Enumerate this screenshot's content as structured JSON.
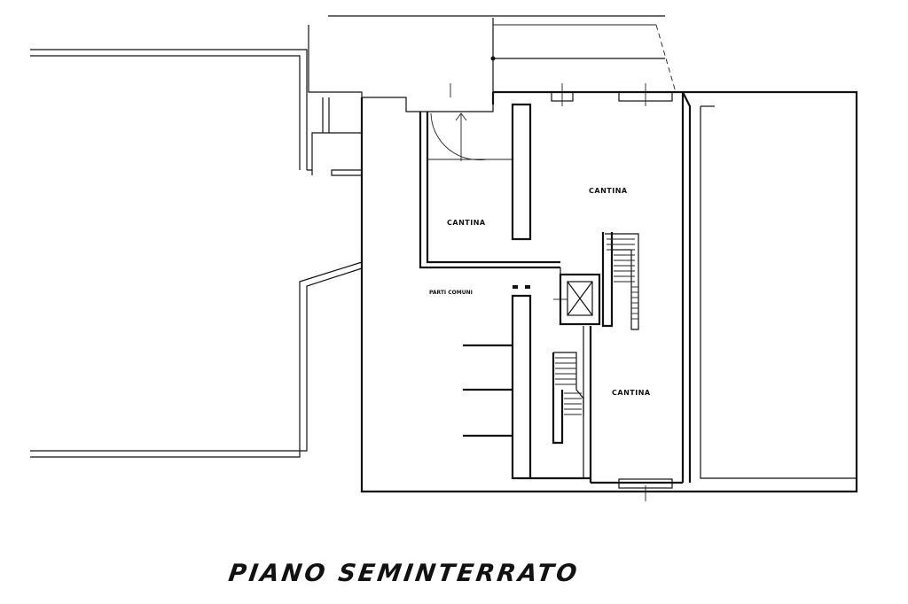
{
  "plan": {
    "title": "PIANO SEMINTERRATO",
    "rooms": [
      {
        "id": "cantina-left",
        "label": "CANTINA"
      },
      {
        "id": "cantina-top",
        "label": "CANTINA"
      },
      {
        "id": "cantina-bottom",
        "label": "CANTINA"
      }
    ],
    "common_area_label": "PARTI COMUNI"
  },
  "icons": {
    "elevator": "elevator-x-icon",
    "stairs_upper": "staircase-icon",
    "stairs_lower": "staircase-icon",
    "door_swing": "door-swing-icon"
  }
}
